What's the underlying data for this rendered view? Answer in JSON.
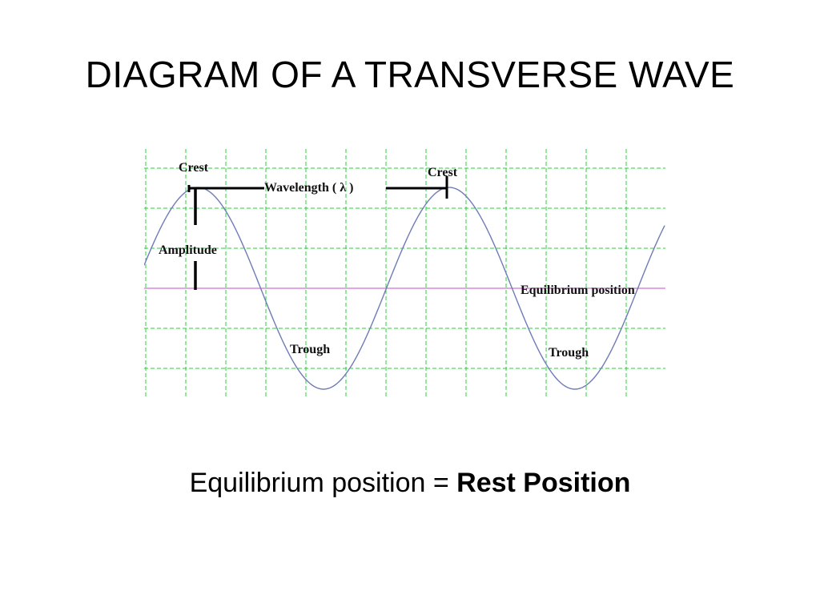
{
  "slide": {
    "title": "DIAGRAM OF A TRANSVERSE WAVE",
    "caption_prefix": "Equilibrium position = ",
    "caption_emphasis": "Rest Position"
  },
  "diagram": {
    "labels": {
      "crest_left": "Crest",
      "crest_right": "Crest",
      "wavelength": "Wavelength ( λ )",
      "amplitude": "Amplitude",
      "equilibrium": "Equilibrium position",
      "trough_left": "Trough",
      "trough_right": "Trough"
    },
    "colors": {
      "grid": "#2ecc40",
      "wave": "#6f7bb8",
      "equilibrium_line": "#d070d0",
      "markers": "#000000"
    }
  }
}
